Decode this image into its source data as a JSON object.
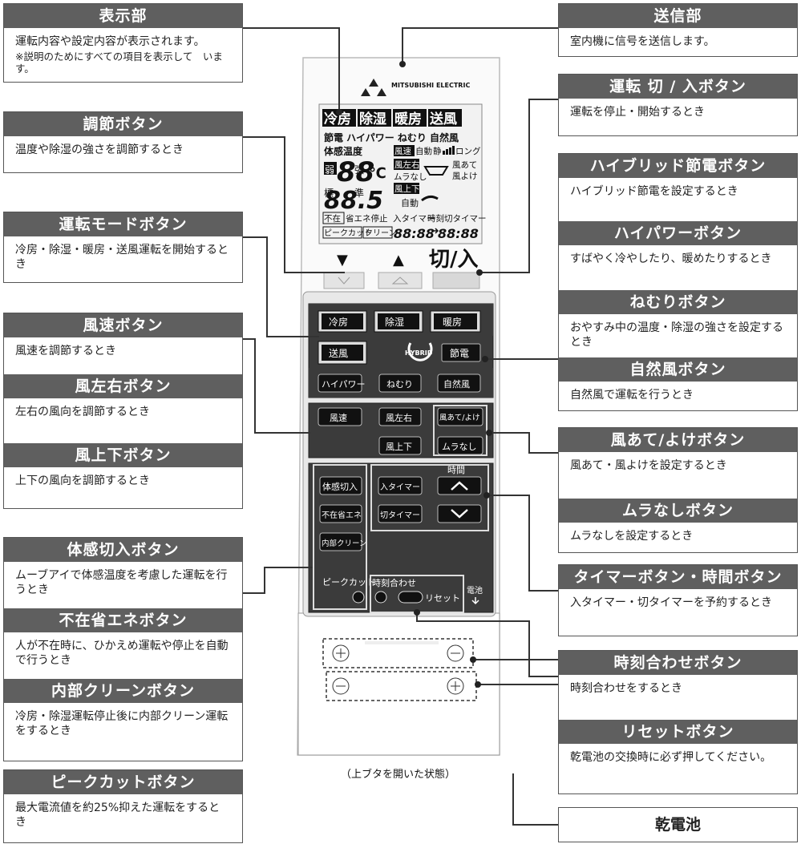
{
  "left": [
    {
      "id": "display",
      "title": "表示部",
      "desc": "運転内容や設定内容が表示されます。",
      "note": "※説明のためにすべての項目を表示して　います。"
    },
    {
      "id": "adjust",
      "title": "調節ボタン",
      "desc": "温度や除湿の強さを調節するとき"
    },
    {
      "id": "mode",
      "title": "運転モードボタン",
      "desc": "冷房・除湿・暖房・送風運転を開始するとき"
    },
    {
      "id": "fanspeed",
      "title": "風速ボタン",
      "desc": "風速を調節するとき"
    },
    {
      "id": "lr",
      "title": "風左右ボタン",
      "desc": "左右の風向を調節するとき"
    },
    {
      "id": "ud",
      "title": "風上下ボタン",
      "desc": "上下の風向を調節するとき"
    },
    {
      "id": "taikan",
      "title": "体感切入ボタン",
      "desc": "ムーブアイで体感温度を考慮した運転を行うとき"
    },
    {
      "id": "fuzai",
      "title": "不在省エネボタン",
      "desc": "人が不在時に、ひかえめ運転や停止を自動で行うとき"
    },
    {
      "id": "clean",
      "title": "内部クリーンボタン",
      "desc": "冷房・除湿運転停止後に内部クリーン運転をするとき"
    },
    {
      "id": "peak",
      "title": "ピークカットボタン",
      "desc": "最大電流値を約25%抑えた運転をするとき"
    }
  ],
  "right": [
    {
      "id": "send",
      "title": "送信部",
      "desc": "室内機に信号を送信します。"
    },
    {
      "id": "power",
      "title": "運転 切 / 入ボタン",
      "desc": "運転を停止・開始するとき"
    },
    {
      "id": "hybrid",
      "title": "ハイブリッド節電ボタン",
      "desc": "ハイブリッド節電を設定するとき"
    },
    {
      "id": "hipower",
      "title": "ハイパワーボタン",
      "desc": "すばやく冷やしたり、暖めたりするとき"
    },
    {
      "id": "sleep",
      "title": "ねむりボタン",
      "desc": "おやすみ中の温度・除湿の強さを設定するとき"
    },
    {
      "id": "natural",
      "title": "自然風ボタン",
      "desc": "自然風で運転を行うとき"
    },
    {
      "id": "kazeate",
      "title": "風あて/よけボタン",
      "desc": "風あて・風よけを設定するとき"
    },
    {
      "id": "muranashi",
      "title": "ムラなしボタン",
      "desc": "ムラなしを設定するとき"
    },
    {
      "id": "timer",
      "title": "タイマーボタン・時間ボタン",
      "desc": "入タイマー・切タイマーを予約するとき"
    },
    {
      "id": "clock",
      "title": "時刻合わせボタン",
      "desc": "時刻合わせをするとき"
    },
    {
      "id": "reset",
      "title": "リセットボタン",
      "desc": "乾電池の交換時に必ず押してください。"
    },
    {
      "id": "battery",
      "title": "乾電池"
    }
  ],
  "remote": {
    "brand": "MITSUBISHI ELECTRIC",
    "lcd_modes": [
      "冷房",
      "除湿",
      "暖房",
      "送風"
    ],
    "lcd_row2": "節電 ハイパワー ねむり 自然風",
    "lcd_taikan": "体感温度",
    "lcd_fuusoku": "風速",
    "lcd_auto": "自動",
    "lcd_sei": "静",
    "lcd_long": "ロング",
    "lcd_lr": "風左右",
    "lcd_mura": "ムラなし",
    "lcd_ate": "風あて",
    "lcd_yoke": "風よけ",
    "lcd_ud": "風上下",
    "lcd_auto2": "自動",
    "lcd_jaku": "弱",
    "lcd_kyo": "強",
    "lcd_hyo": "標",
    "lcd_jun": "準",
    "lcd_big1": "88",
    "lcd_unit": "℃",
    "lcd_big2": "88.5",
    "lcd_fuzai": "不在",
    "lcd_shoene": "省エネ停止",
    "lcd_irit": "入タイマー",
    "lcd_kiri": "時刻切タイマー",
    "lcd_peak": "ピークカット",
    "lcd_clean": "クリーン",
    "lcd_time1": "88:88",
    "lcd_time2": "88:88",
    "down_arrow": "▼",
    "up_arrow": "▲",
    "power_label": "切/入",
    "btn_reibo": "冷房",
    "btn_joshitsu": "除湿",
    "btn_danbo": "暖房",
    "btn_sofu": "送風",
    "hybrid_logo": "HYBRID",
    "btn_setsuden": "節電",
    "btn_hipower": "ハイパワー",
    "btn_nemuri": "ねむり",
    "btn_shizen": "自然風",
    "btn_fuusoku": "風速",
    "btn_lr": "風左右",
    "btn_ud": "風上下",
    "btn_ateyoke": "風あて/よけ",
    "btn_muranashi": "ムラなし",
    "jikan": "時間",
    "btn_taikan": "体感切入",
    "btn_fuzai": "不在省エネ",
    "btn_clean": "内部クリーン",
    "btn_irit": "入タイマー",
    "btn_kiri": "切タイマー",
    "btn_peak": "ピークカット",
    "jikoku": "時刻合わせ",
    "reset": "リセット",
    "denchi": "電池",
    "caption": "（上ブタを開いた状態）"
  },
  "colors": {
    "header": "#5f5f5f",
    "body": "#3a3a3a",
    "lcd": "#f2f2f2"
  }
}
